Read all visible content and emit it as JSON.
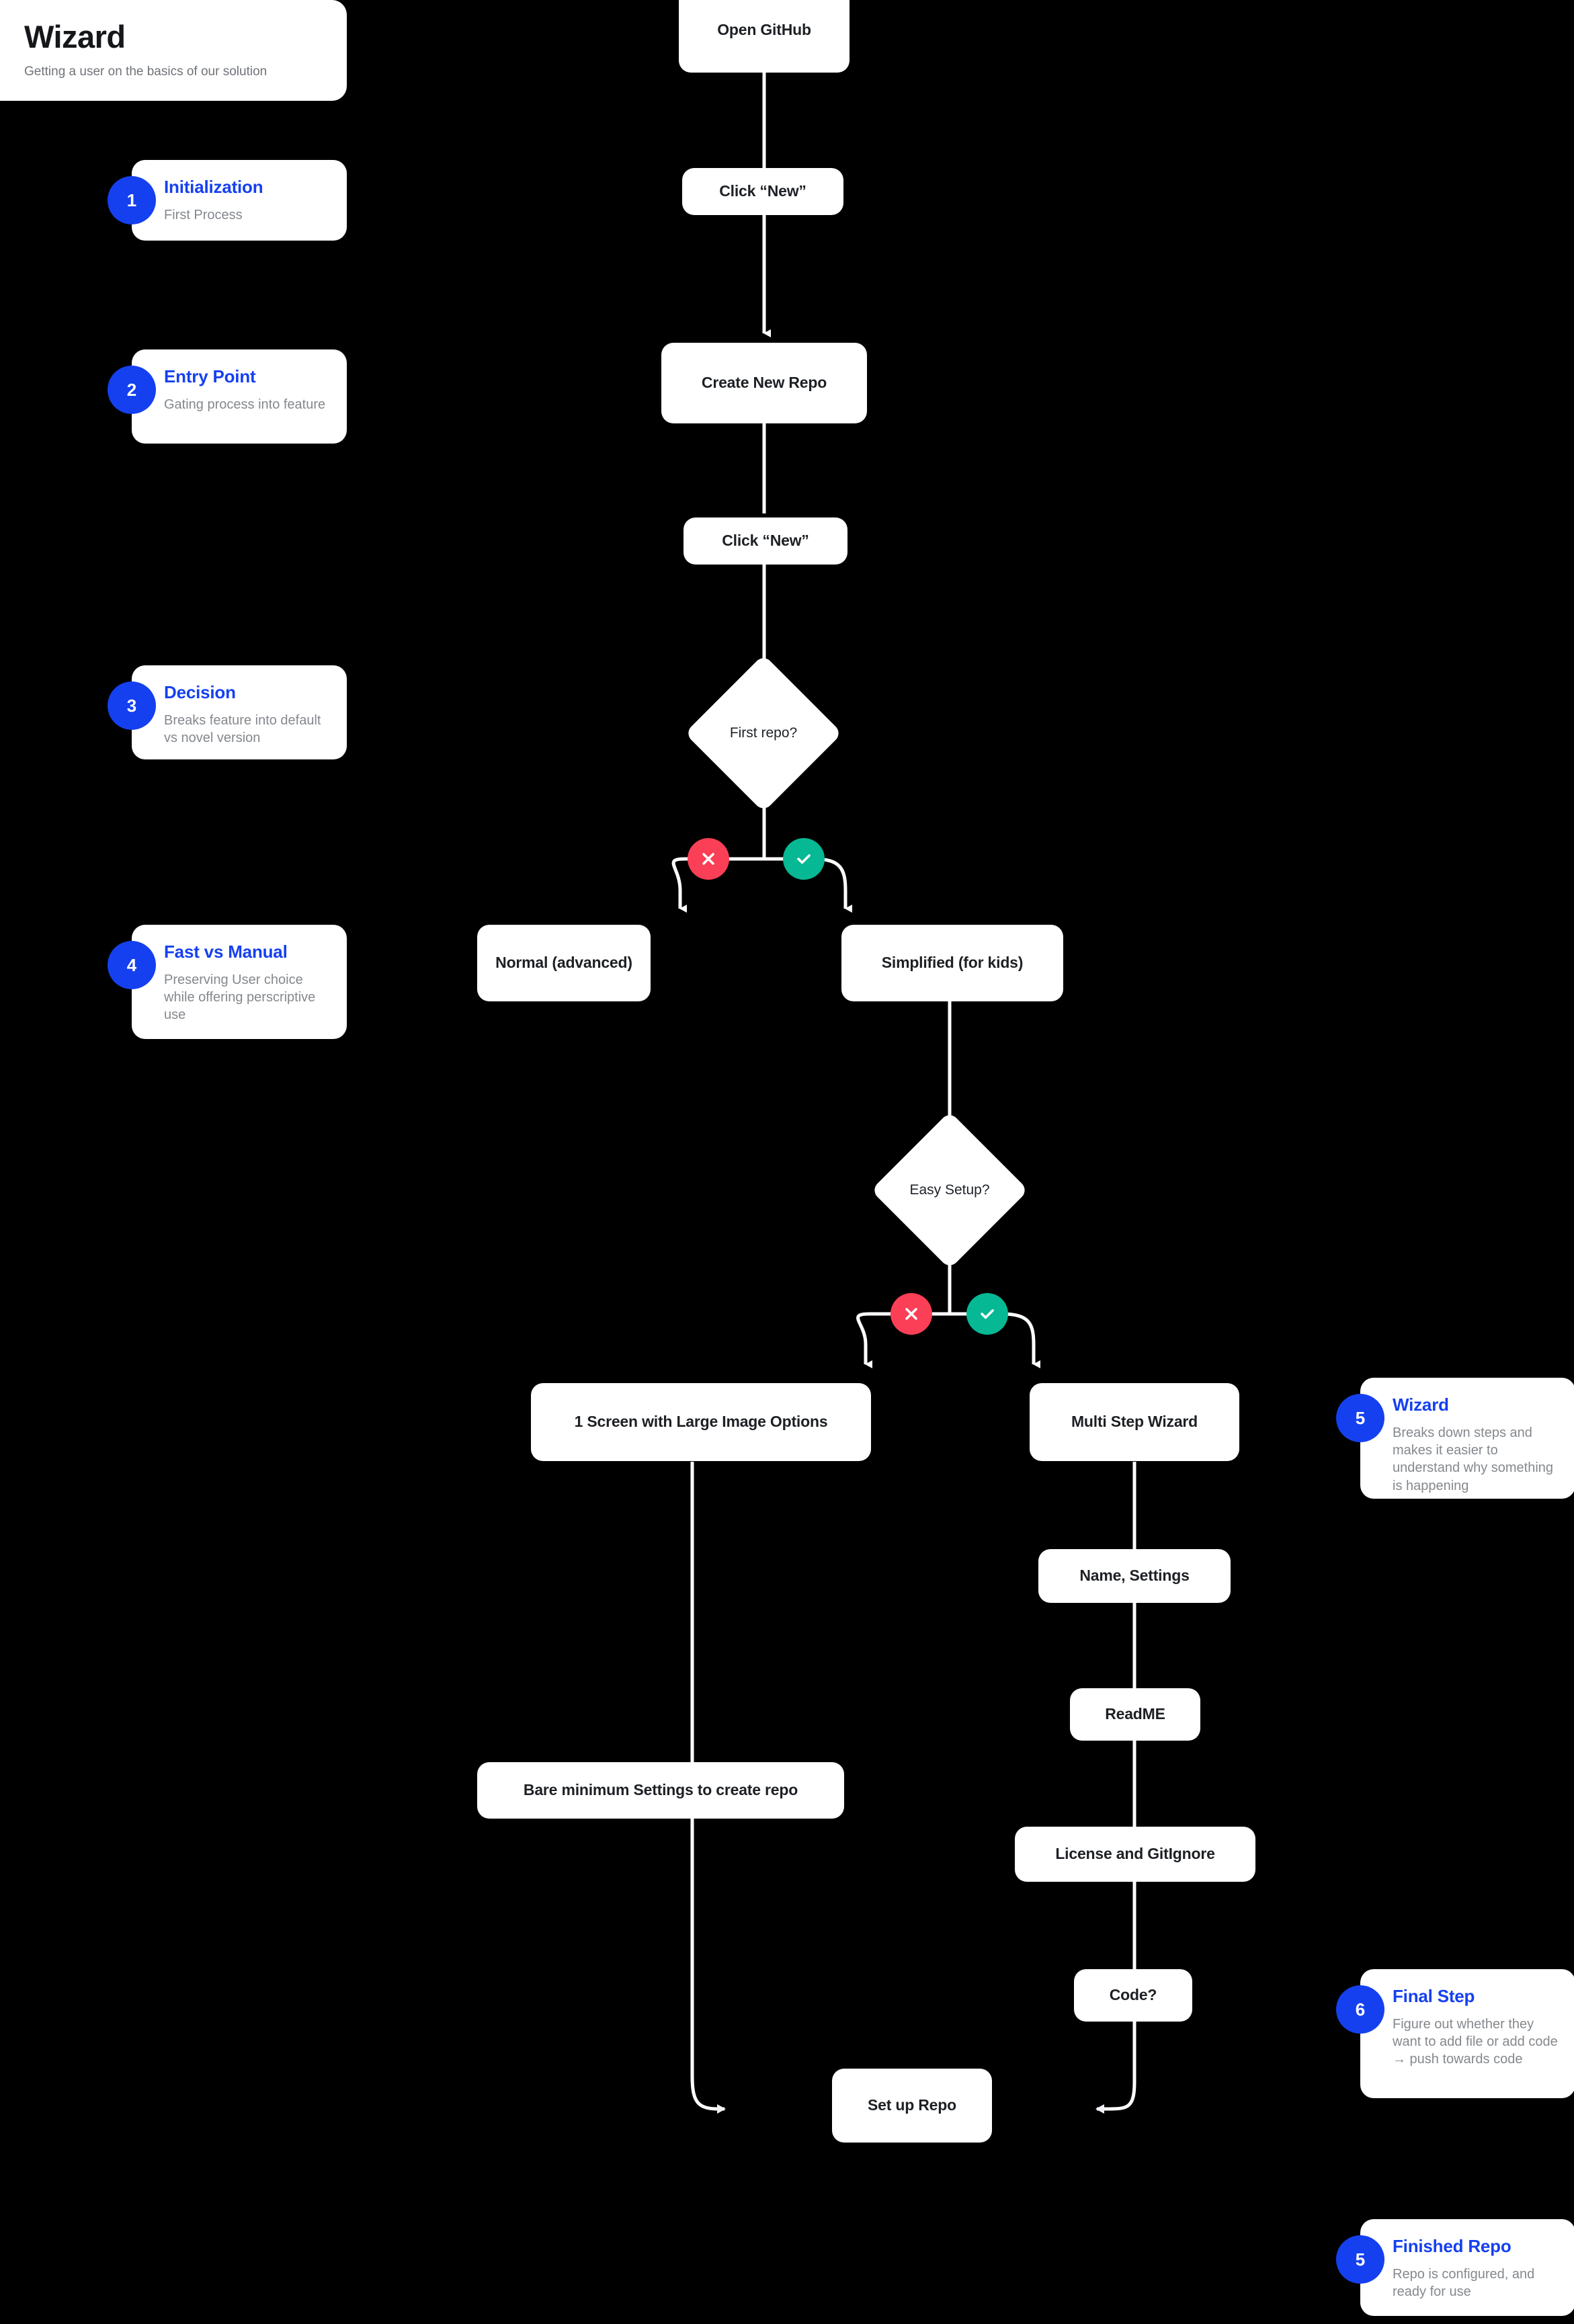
{
  "header": {
    "title": "Wizard",
    "subtitle": "Getting a user on the basics of our solution"
  },
  "colors": {
    "background": "#000000",
    "card": "#ffffff",
    "accent_blue": "#1540f0",
    "badge_no_red": "#fb3f56",
    "badge_yes_green": "#06b894",
    "node_text": "#1d2024",
    "muted_text": "#84888d",
    "edge_stroke": "#ffffff"
  },
  "notes": [
    {
      "number": "1",
      "title": "Initialization",
      "desc": "First Process"
    },
    {
      "number": "2",
      "title": "Entry Point",
      "desc": "Gating process into feature"
    },
    {
      "number": "3",
      "title": "Decision",
      "desc": "Breaks feature into default vs novel version"
    },
    {
      "number": "4",
      "title": "Fast vs Manual",
      "desc": "Preserving User choice while offering perscriptive use"
    },
    {
      "number": "5",
      "title": "Wizard",
      "desc": "Breaks down steps and makes it easier to understand why something is happening"
    },
    {
      "number": "6",
      "title": "Final Step",
      "desc": "Figure out whether they want to add file or add code → push towards code"
    },
    {
      "number": "5",
      "title": "Finished Repo",
      "desc": "Repo is configured, and ready for use"
    }
  ],
  "nodes": [
    {
      "id": "open-github",
      "label": "Open GitHub"
    },
    {
      "id": "click-new-1",
      "label": "Click “New”"
    },
    {
      "id": "create-new-repo",
      "label": "Create New Repo"
    },
    {
      "id": "click-new-2",
      "label": "Click “New”"
    },
    {
      "id": "normal",
      "label": "Normal (advanced)"
    },
    {
      "id": "simplified",
      "label": "Simplified (for kids)"
    },
    {
      "id": "one-screen",
      "label": "1 Screen with Large Image Options"
    },
    {
      "id": "multi-step",
      "label": "Multi Step Wizard"
    },
    {
      "id": "name-settings",
      "label": "Name, Settings"
    },
    {
      "id": "readme",
      "label": "ReadME"
    },
    {
      "id": "license",
      "label": "License and GitIgnore"
    },
    {
      "id": "bare-minimum",
      "label": "Bare minimum Settings to create repo"
    },
    {
      "id": "code",
      "label": "Code?"
    },
    {
      "id": "set-up-repo",
      "label": "Set up Repo"
    }
  ],
  "decisions": [
    {
      "id": "first-repo",
      "label": "First repo?"
    },
    {
      "id": "easy-setup",
      "label": "Easy Setup?"
    }
  ],
  "branch_badges": [
    {
      "id": "first-repo-no",
      "icon": "x-icon",
      "meaning": "no"
    },
    {
      "id": "first-repo-yes",
      "icon": "check-icon",
      "meaning": "yes"
    },
    {
      "id": "easy-setup-no",
      "icon": "x-icon",
      "meaning": "no"
    },
    {
      "id": "easy-setup-yes",
      "icon": "check-icon",
      "meaning": "yes"
    }
  ]
}
